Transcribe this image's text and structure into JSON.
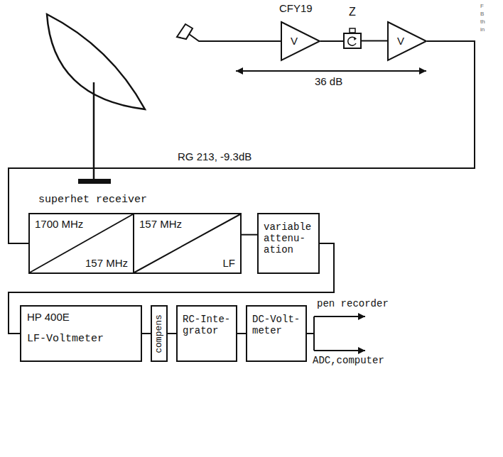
{
  "diagram": {
    "nodes": [
      {
        "text": [
          "CFY19",
          "V"
        ]
      },
      {
        "text": [
          "Z"
        ]
      },
      {
        "text": [
          "V"
        ]
      },
      {
        "text": [
          "superhet receiver"
        ]
      },
      {
        "text": [
          "1700 MHz",
          "157 MHz"
        ],
        "in": 3
      },
      {
        "text": [
          "157 MHz",
          "LF"
        ],
        "in": 3
      },
      {
        "text": [
          "variable attenu- ation"
        ]
      },
      {
        "text": [
          "HP 400E",
          "LF-Voltmeter"
        ]
      },
      {
        "text": [
          "compens"
        ]
      },
      {
        "text": [
          "RC-Inte- grator"
        ]
      },
      {
        "text": [
          "DC-Volt- meter"
        ]
      }
    ],
    "edges": [
      {
        "from": 0,
        "to": 1,
        "arrow": "none"
      },
      {
        "from": 1,
        "to": 2,
        "arrow": "none"
      },
      {
        "from": 2,
        "to": 4,
        "label": "RG 213, -9.3dB",
        "arrow": "none"
      },
      {
        "from": 5,
        "to": 6,
        "arrow": "none"
      },
      {
        "from": 6,
        "to": 7,
        "arrow": "none"
      },
      {
        "from": 7,
        "to": 8,
        "arrow": "none"
      },
      {
        "from": 8,
        "to": 9,
        "arrow": "none"
      },
      {
        "from": 9,
        "to": 10,
        "arrow": "none"
      }
    ],
    "labels": [
      "F",
      "B",
      "th",
      "in",
      "36 dB",
      "pen recorder",
      "ADC,computer"
    ]
  }
}
